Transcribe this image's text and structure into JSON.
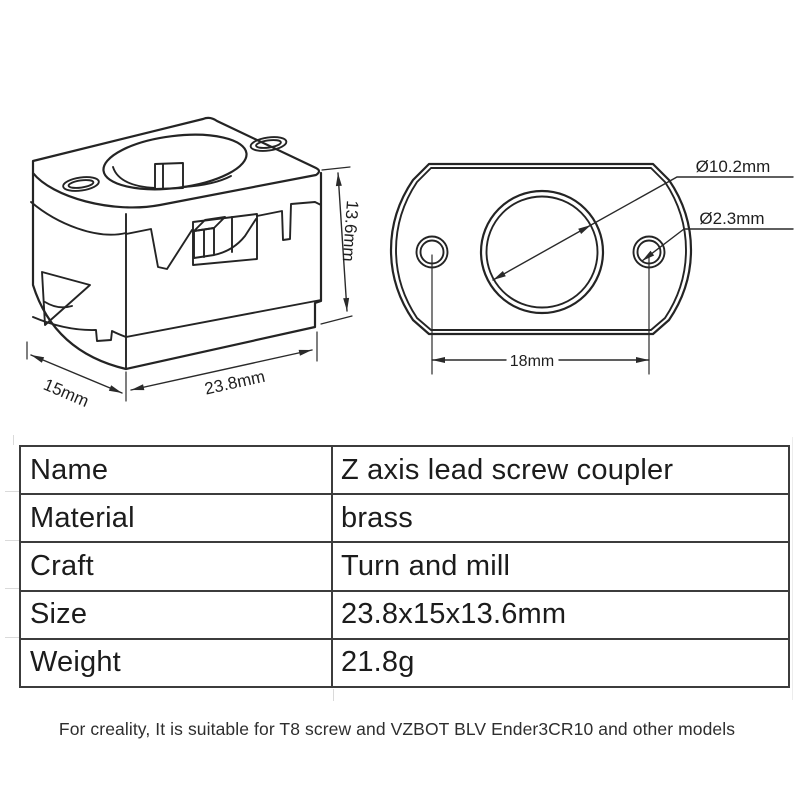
{
  "drawing": {
    "iso_view": {
      "height_label": "13.6mm",
      "width_label": "23.8mm",
      "depth_label": "15mm"
    },
    "front_view": {
      "bore_diameter_label": "Ø10.2mm",
      "screw_hole_diameter_label": "Ø2.3mm",
      "hole_spacing_label": "18mm"
    }
  },
  "colors": {
    "line_art": "#242424",
    "table_border": "#3c3c3c",
    "text": "#1c1c1c",
    "background": "#ffffff"
  },
  "spec_table": {
    "rows": [
      {
        "label": "Name",
        "value": "Z axis lead screw coupler"
      },
      {
        "label": "Material",
        "value": "brass"
      },
      {
        "label": "Craft",
        "value": "Turn and mill"
      },
      {
        "label": "Size",
        "value": "23.8x15x13.6mm"
      },
      {
        "label": "Weight",
        "value": "21.8g"
      }
    ]
  },
  "footer": {
    "note": "For creality, It is suitable for T8 screw and VZBOT BLV Ender3CR10 and other models"
  }
}
